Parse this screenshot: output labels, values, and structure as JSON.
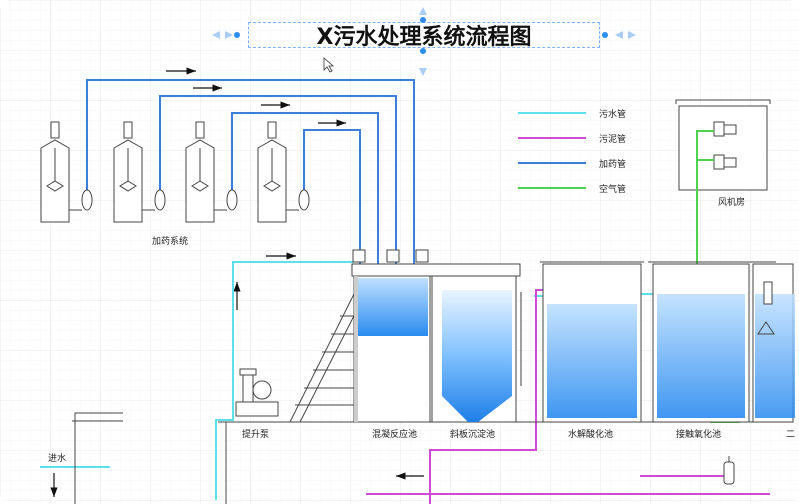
{
  "title": "X污水处理系统流程图",
  "legend": [
    {
      "label": "污水管",
      "color": "#5ce0ec"
    },
    {
      "label": "污泥管",
      "color": "#d04ad8"
    },
    {
      "label": "加药管",
      "color": "#3d7fd8"
    },
    {
      "label": "空气管",
      "color": "#4fd24f"
    }
  ],
  "labels": {
    "dosing_system": "加药系统",
    "blower_room": "风机房",
    "lift_pump": "提升泵",
    "coag_tank": "混凝反应池",
    "settler": "斜板沉淀池",
    "hydrolysis": "水解酸化池",
    "contact_ox": "接触氧化池",
    "second": "二",
    "inlet": "进水"
  }
}
